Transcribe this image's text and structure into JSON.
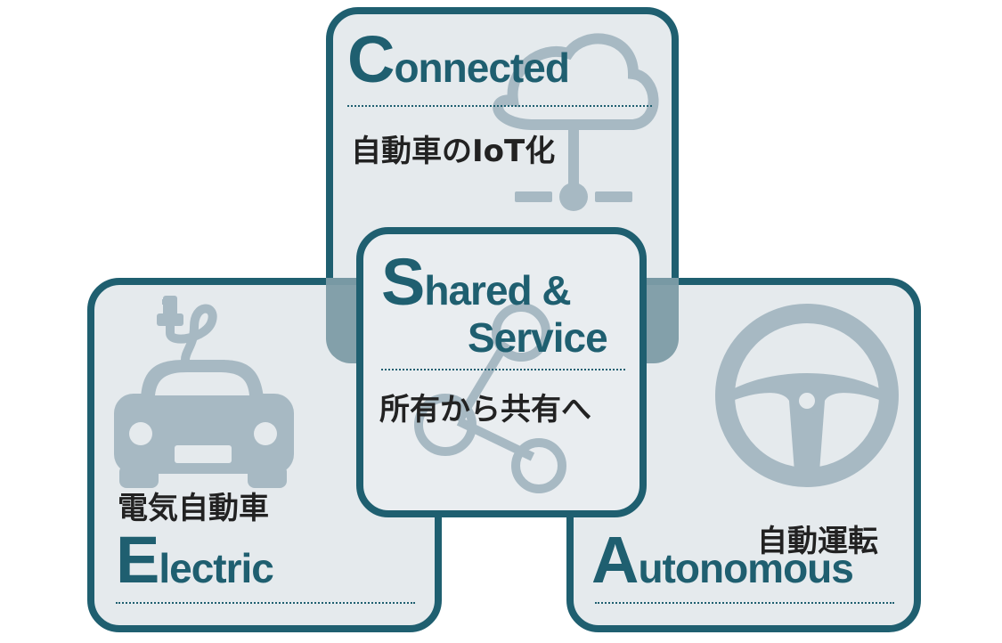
{
  "connected": {
    "initial": "C",
    "rest": "onnected",
    "subtitle": "自動車のIoT化"
  },
  "shared": {
    "initial": "S",
    "line1_rest": "hared &",
    "line2": "Service",
    "subtitle": "所有から共有へ"
  },
  "electric": {
    "initial": "E",
    "rest": "lectric",
    "subtitle": "電気自動車"
  },
  "autonomous": {
    "initial": "A",
    "rest": "utonomous",
    "subtitle": "自動運転"
  },
  "colors": {
    "primary": "#1f5f70",
    "card_fill": "#e5eaed",
    "icon": "#a7b9c3",
    "overlap": "#7d9ca6"
  },
  "icons": [
    "cloud-network-icon",
    "share-nodes-icon",
    "electric-car-icon",
    "steering-wheel-icon"
  ]
}
